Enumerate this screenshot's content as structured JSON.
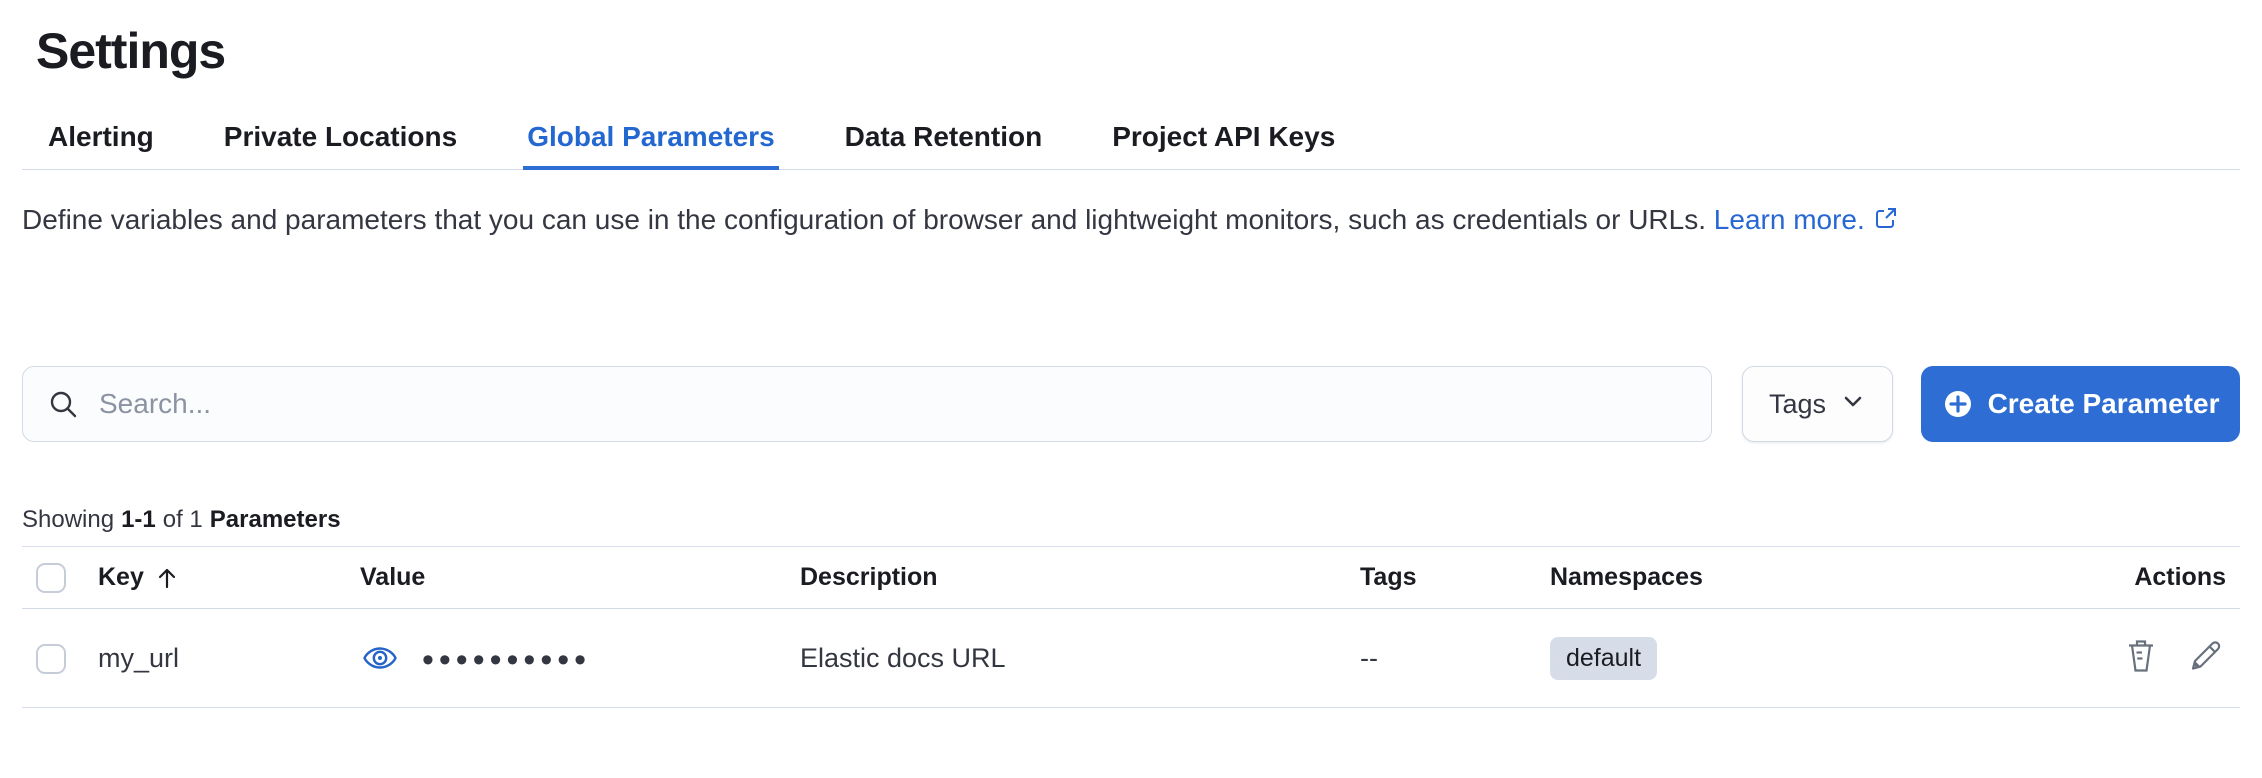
{
  "page": {
    "title": "Settings"
  },
  "tabs": [
    {
      "label": "Alerting",
      "active": false
    },
    {
      "label": "Private Locations",
      "active": false
    },
    {
      "label": "Global Parameters",
      "active": true
    },
    {
      "label": "Data Retention",
      "active": false
    },
    {
      "label": "Project API Keys",
      "active": false
    }
  ],
  "description": {
    "text": "Define variables and parameters that you can use in the configuration of browser and lightweight monitors, such as credentials or URLs.",
    "link_label": "Learn more."
  },
  "toolbar": {
    "search_placeholder": "Search...",
    "search_value": "",
    "tags_filter_label": "Tags",
    "create_button_label": "Create Parameter"
  },
  "summary": {
    "showing": "Showing",
    "range": "1-1",
    "of": "of 1",
    "entity": "Parameters"
  },
  "table": {
    "headers": {
      "key": "Key",
      "value": "Value",
      "description": "Description",
      "tags": "Tags",
      "namespaces": "Namespaces",
      "actions": "Actions"
    },
    "sort": {
      "column": "Key",
      "direction": "ascending"
    },
    "rows": [
      {
        "key": "my_url",
        "value_masked": "••••••••••",
        "description": "Elastic docs URL",
        "tags": "--",
        "namespace": "default"
      }
    ]
  },
  "icons": {
    "search": "magnifier-icon",
    "tags_dropdown": "chevron-down-icon",
    "create": "plus-circle-icon",
    "learn_more": "external-link-icon",
    "value_reveal": "eye-icon",
    "delete": "trash-icon",
    "edit": "pencil-icon",
    "sort": "arrow-up-icon"
  },
  "colors": {
    "accent_blue": "#2e6ed4",
    "active_tab_blue": "#2367d1",
    "link_blue": "#2767d4",
    "eye_blue": "#2563c9",
    "badge_bg": "#d6dde9",
    "border_gray": "#d3dae6",
    "text_dark": "#1a1c21",
    "text_body": "#343741",
    "icon_gray": "#69707d"
  }
}
